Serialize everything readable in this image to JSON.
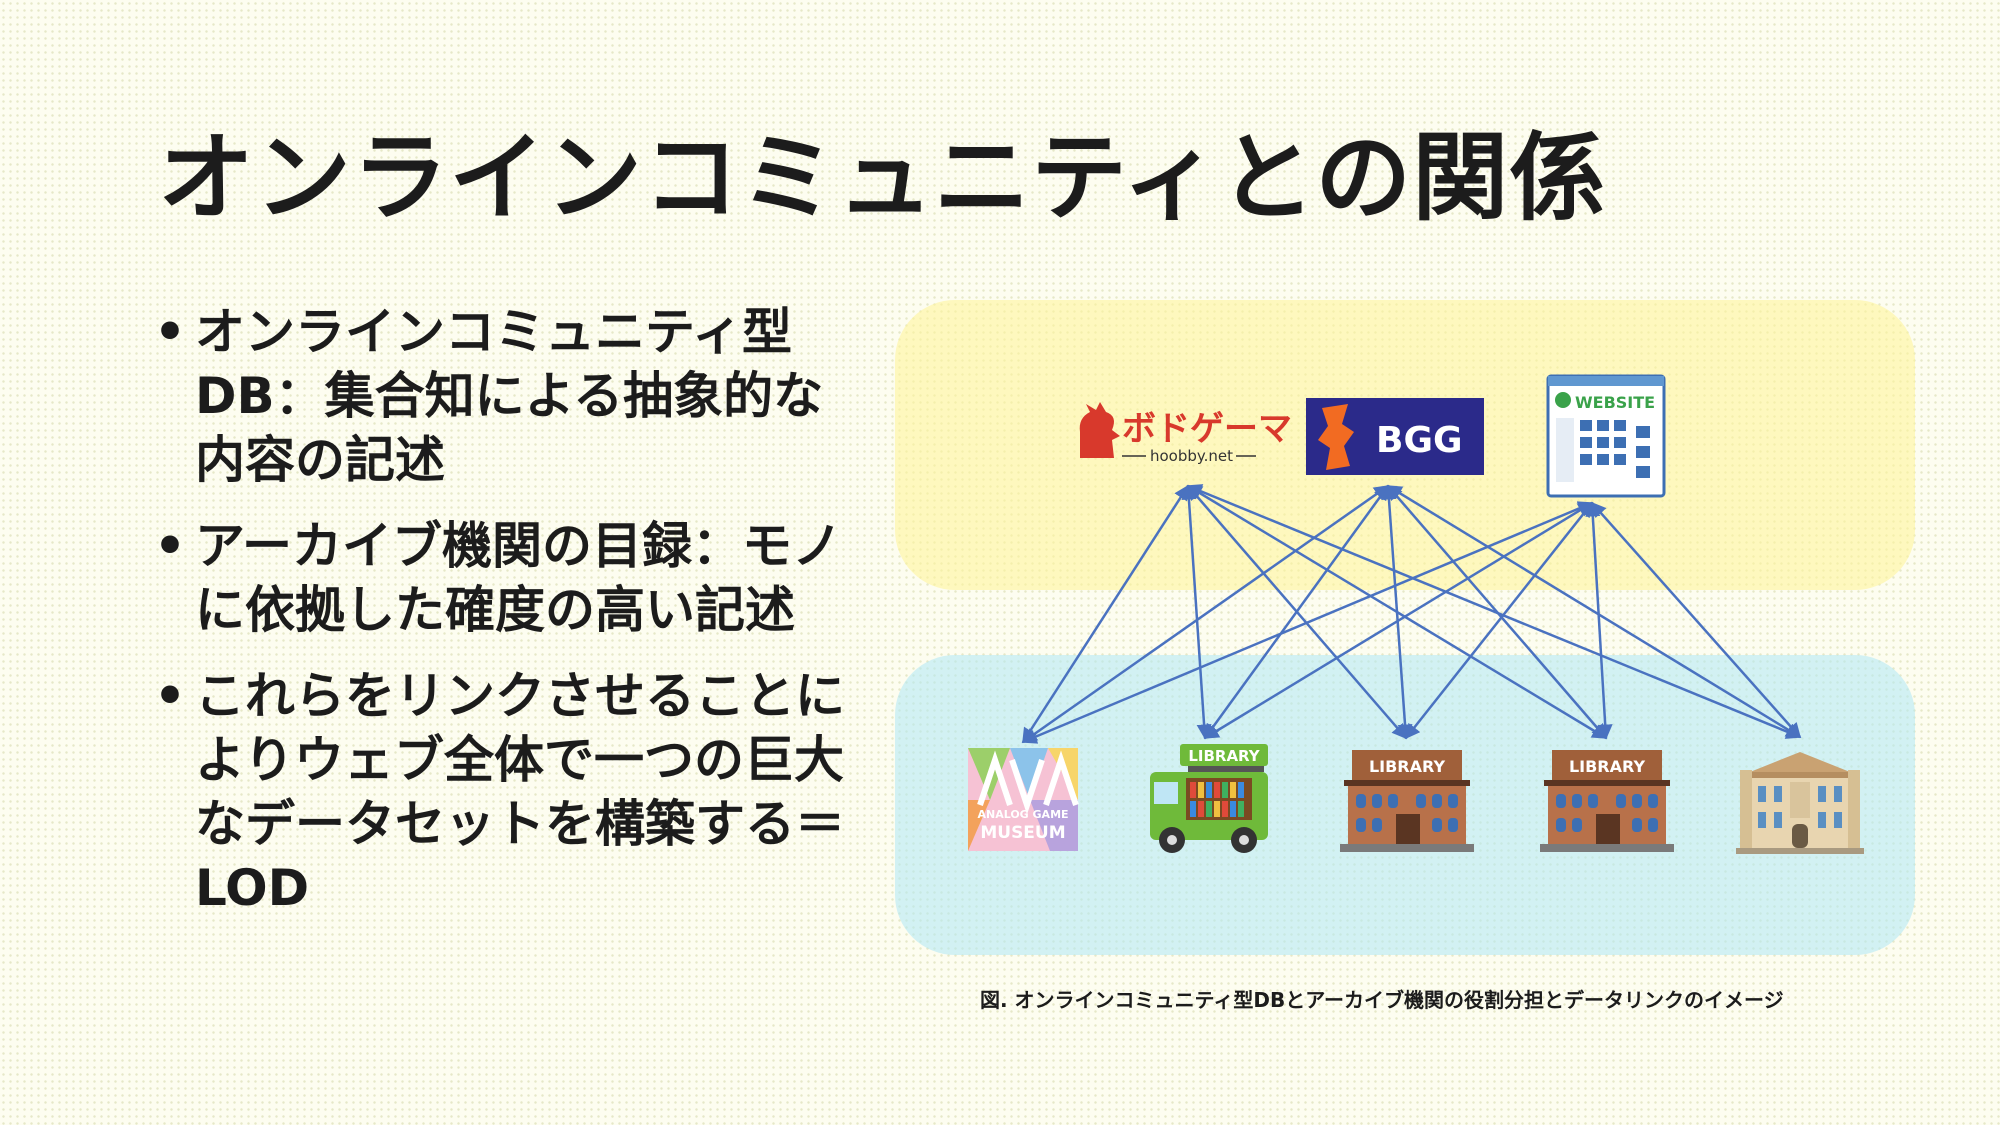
{
  "title": "オンラインコミュニティとの関係",
  "bullets": [
    "オンラインコミュニティ型DB：集合知による抽象的な内容の記述",
    "アーカイブ機関の目録：モノに依拠した確度の高い記述",
    "これらをリンクさせることによりウェブ全体で一つの巨大なデータセットを構築する＝LOD"
  ],
  "online_nodes": {
    "bodogema": {
      "name": "ボドゲーマ",
      "sub": "hoobby.net"
    },
    "bgg": {
      "name": "BGG"
    },
    "website": {
      "name": "WEBSITE"
    }
  },
  "archive_nodes": {
    "museum": {
      "line1": "ANALOG GAME",
      "line2": "MUSEUM"
    },
    "bookmobile": {
      "name": "LIBRARY"
    },
    "library1": {
      "name": "LIBRARY"
    },
    "library2": {
      "name": "LIBRARY"
    },
    "museum_building": {
      "name": ""
    }
  },
  "caption": "図. オンラインコミュニティ型DBとアーカイブ機関の役割分担とデータリンクのイメージ",
  "colors": {
    "link": "#4a72c0",
    "bgg": "#2b2a8a",
    "bodogema": "#d8392c",
    "online_band": "#fff496",
    "archive_band": "#afe8f5"
  }
}
